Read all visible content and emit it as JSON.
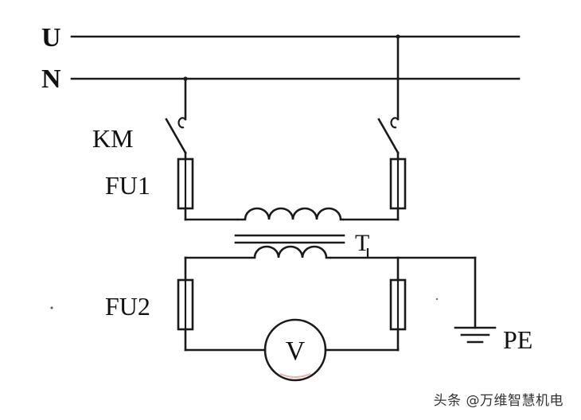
{
  "labels": {
    "phase": "U",
    "neutral": "N",
    "contactor": "KM",
    "fuse_primary": "FU1",
    "transformer": "T",
    "fuse_secondary": "FU2",
    "voltmeter": "V",
    "earth": "PE"
  },
  "watermark": "头条 @万维智慧机电"
}
